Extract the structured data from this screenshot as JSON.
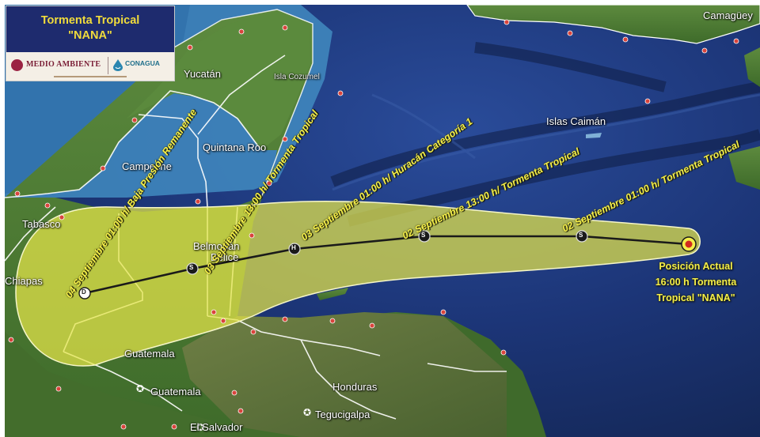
{
  "title": {
    "line1": "Tormenta Tropical",
    "line2": "\"NANA\""
  },
  "logos": {
    "medio_ambiente": "MEDIO AMBIENTE",
    "conagua": "CONAGUA"
  },
  "place_labels": {
    "yucatan": "Yucatán",
    "isla_cozumel": "Isla Cozumel",
    "campeche": "Campeche",
    "quintana_roo": "Quintana Roo",
    "tabasco": "Tabasco",
    "chiapas": "Chiapas",
    "belmopan": "Belmopán",
    "belice": "Belice",
    "islas_caiman": "Islas Caimán",
    "camaguey": "Camagüey",
    "guatemala_country": "Guatemala",
    "guatemala_city": "Guatemala",
    "honduras": "Honduras",
    "tegucigalpa": "Tegucigalpa",
    "el_salvador": "El Salvador"
  },
  "forecast_labels": {
    "sep04_01": "04 Septiembre 01:00 h/ Baja Presión Remanente",
    "sep03_13": "03 Septiembre 13:00 h/ Tormenta Tropical",
    "sep03_01": "03 Septiembre 01:00 h/ Huracán Categoría 1",
    "sep02_13": "02 Septiembre 13:00 h/ Tormenta Tropical",
    "sep02_01": "02 Septiembre 01:00 h/ Tormenta Tropical"
  },
  "track_points": {
    "current": "●",
    "sep02_01": "S",
    "sep02_13": "S",
    "sep03_01": "H",
    "sep03_13": "S",
    "sep04_01": "D"
  },
  "current_position": {
    "line1": "Posición Actual",
    "line2": "16:00 h Tormenta",
    "line3": "Tropical \"NANA\""
  },
  "colors": {
    "cone_fill": "#e6e64a",
    "track_line": "#1a1a1a",
    "forecast_text": "#f4ee4a",
    "title_bg": "#1e2b6e",
    "title_text": "#f1dc3b",
    "ocean_deep": "#1a2f6b",
    "ocean_shelf": "#3f8ec2",
    "land": "#4f7a34",
    "border": "#ffffff",
    "city_dot": "#d9443c"
  }
}
